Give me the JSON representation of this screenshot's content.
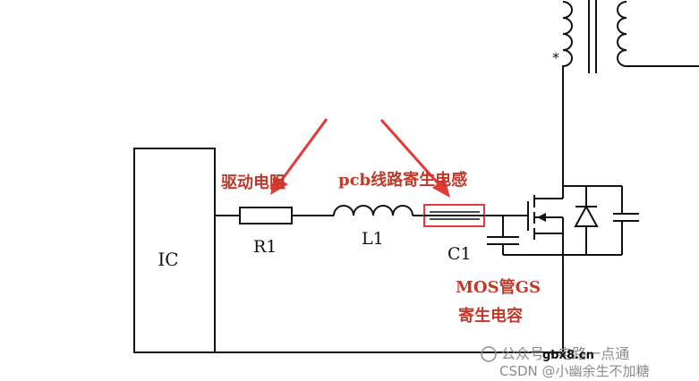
{
  "labels": {
    "ic": "IC",
    "drive_resistor": "驱动电阻",
    "pcb_inductance": "pcb线路寄生电感",
    "r1": "R1",
    "l1": "L1",
    "c1": "C1",
    "mos_gs_line1": "MOS管GS",
    "mos_gs_line2": "寄生电容"
  },
  "watermark": {
    "wechat_text": "公众号 · 电路一点通",
    "site_text": "gbx8.cn",
    "csdn_text": "CSDN @小幽余生不加糖"
  },
  "colors": {
    "line": "#111111",
    "highlight": "#e53935",
    "label_red": "#c0392b",
    "watermark": "#8c8c8c"
  }
}
